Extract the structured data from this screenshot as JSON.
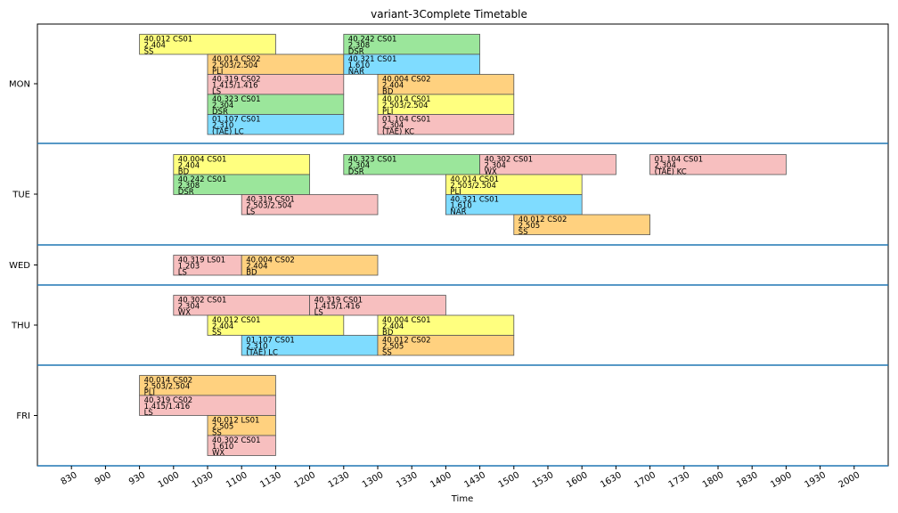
{
  "chart_data": {
    "type": "timetable",
    "title": "variant-3Complete Timetable",
    "xlabel": "Time",
    "ylabel": "",
    "days": [
      "MON",
      "TUE",
      "WED",
      "THU",
      "FRI"
    ],
    "x_ticks": [
      830,
      900,
      930,
      1000,
      1030,
      1100,
      1130,
      1200,
      1230,
      1300,
      1330,
      1400,
      1430,
      1500,
      1530,
      1600,
      1630,
      1700,
      1730,
      1800,
      1830,
      1900,
      1930,
      2000
    ],
    "xlim": [
      800,
      2030
    ],
    "colors": {
      "yellow": "#ffff7f",
      "orange": "#ffd17f",
      "pink": "#f7bfbf",
      "green": "#9be69b",
      "blue": "#7fdcff",
      "divider": "#1f77b4"
    },
    "sessions": [
      {
        "day": "MON",
        "row": 0,
        "start": 930,
        "end": 1130,
        "color": "yellow",
        "lines": [
          "40.012 CS01",
          "2.404",
          "SS"
        ]
      },
      {
        "day": "MON",
        "row": 1,
        "start": 1030,
        "end": 1230,
        "color": "orange",
        "lines": [
          "40.014 CS02",
          "2.503/2.504",
          "PLI"
        ]
      },
      {
        "day": "MON",
        "row": 2,
        "start": 1030,
        "end": 1230,
        "color": "pink",
        "lines": [
          "40.319 CS02",
          "1.415/1.416",
          "LS"
        ]
      },
      {
        "day": "MON",
        "row": 3,
        "start": 1030,
        "end": 1230,
        "color": "green",
        "lines": [
          "40.323 CS01",
          "2.304",
          "DSR"
        ]
      },
      {
        "day": "MON",
        "row": 4,
        "start": 1030,
        "end": 1230,
        "color": "blue",
        "lines": [
          "01.107 CS01",
          "2.310",
          "(TAE) LC"
        ]
      },
      {
        "day": "MON",
        "row": 0,
        "start": 1230,
        "end": 1430,
        "color": "green",
        "lines": [
          "40.242 CS01",
          "2.308",
          "DSR"
        ]
      },
      {
        "day": "MON",
        "row": 1,
        "start": 1230,
        "end": 1430,
        "color": "blue",
        "lines": [
          "40.321 CS01",
          "1.610",
          "NAR"
        ]
      },
      {
        "day": "MON",
        "row": 2,
        "start": 1300,
        "end": 1500,
        "color": "orange",
        "lines": [
          "40.004 CS02",
          "2.404",
          "BD"
        ]
      },
      {
        "day": "MON",
        "row": 3,
        "start": 1300,
        "end": 1500,
        "color": "yellow",
        "lines": [
          "40.014 CS01",
          "2.503/2.504",
          "PLI"
        ]
      },
      {
        "day": "MON",
        "row": 4,
        "start": 1300,
        "end": 1500,
        "color": "pink",
        "lines": [
          "01.104 CS01",
          "2.304",
          "(TAE) KC"
        ]
      },
      {
        "day": "TUE",
        "row": 0,
        "start": 1000,
        "end": 1200,
        "color": "yellow",
        "lines": [
          "40.004 CS01",
          "2.404",
          "BD"
        ]
      },
      {
        "day": "TUE",
        "row": 1,
        "start": 1000,
        "end": 1200,
        "color": "green",
        "lines": [
          "40.242 CS01",
          "2.308",
          "DSR"
        ]
      },
      {
        "day": "TUE",
        "row": 2,
        "start": 1100,
        "end": 1300,
        "color": "pink",
        "lines": [
          "40.319 CS01",
          "2.503/2.504",
          "LS"
        ]
      },
      {
        "day": "TUE",
        "row": 0,
        "start": 1230,
        "end": 1430,
        "color": "green",
        "lines": [
          "40.323 CS01",
          "2.304",
          "DSR"
        ]
      },
      {
        "day": "TUE",
        "row": 0,
        "start": 1430,
        "end": 1630,
        "color": "pink",
        "lines": [
          "40.302 CS01",
          "2.304",
          "WX"
        ]
      },
      {
        "day": "TUE",
        "row": 1,
        "start": 1400,
        "end": 1600,
        "color": "yellow",
        "lines": [
          "40.014 CS01",
          "2.503/2.504",
          "PLI"
        ]
      },
      {
        "day": "TUE",
        "row": 2,
        "start": 1400,
        "end": 1600,
        "color": "blue",
        "lines": [
          "40.321 CS01",
          "1.610",
          "NAR"
        ]
      },
      {
        "day": "TUE",
        "row": 3,
        "start": 1500,
        "end": 1700,
        "color": "orange",
        "lines": [
          "40.012 CS02",
          "2.505",
          "SS"
        ]
      },
      {
        "day": "TUE",
        "row": 0,
        "start": 1700,
        "end": 1900,
        "color": "pink",
        "lines": [
          "01.104 CS01",
          "2.304",
          "(TAE) KC"
        ]
      },
      {
        "day": "WED",
        "row": 0,
        "start": 1000,
        "end": 1100,
        "color": "pink",
        "lines": [
          "40.319 LS01",
          "1.203",
          "LS"
        ]
      },
      {
        "day": "WED",
        "row": 0,
        "start": 1100,
        "end": 1300,
        "color": "orange",
        "lines": [
          "40.004 CS02",
          "2.404",
          "BD"
        ]
      },
      {
        "day": "THU",
        "row": 0,
        "start": 1000,
        "end": 1200,
        "color": "pink",
        "lines": [
          "40.302 CS01",
          "2.304",
          "WX"
        ]
      },
      {
        "day": "THU",
        "row": 0,
        "start": 1200,
        "end": 1400,
        "color": "pink",
        "lines": [
          "40.319 CS01",
          "1.415/1.416",
          "LS"
        ]
      },
      {
        "day": "THU",
        "row": 1,
        "start": 1030,
        "end": 1230,
        "color": "yellow",
        "lines": [
          "40.012 CS01",
          "2.404",
          "SS"
        ]
      },
      {
        "day": "THU",
        "row": 1,
        "start": 1300,
        "end": 1500,
        "color": "yellow",
        "lines": [
          "40.004 CS01",
          "2.404",
          "BD"
        ]
      },
      {
        "day": "THU",
        "row": 2,
        "start": 1100,
        "end": 1300,
        "color": "blue",
        "lines": [
          "01.107 CS01",
          "2.310",
          "(TAE) LC"
        ]
      },
      {
        "day": "THU",
        "row": 2,
        "start": 1300,
        "end": 1500,
        "color": "orange",
        "lines": [
          "40.012 CS02",
          "2.505",
          "SS"
        ]
      },
      {
        "day": "FRI",
        "row": 0,
        "start": 930,
        "end": 1130,
        "color": "orange",
        "lines": [
          "40.014 CS02",
          "2.503/2.504",
          "PLI"
        ]
      },
      {
        "day": "FRI",
        "row": 1,
        "start": 930,
        "end": 1130,
        "color": "pink",
        "lines": [
          "40.319 CS02",
          "1.415/1.416",
          "LS"
        ]
      },
      {
        "day": "FRI",
        "row": 2,
        "start": 1030,
        "end": 1130,
        "color": "orange",
        "lines": [
          "40.012 LS01",
          "2.505",
          "SS"
        ]
      },
      {
        "day": "FRI",
        "row": 3,
        "start": 1030,
        "end": 1130,
        "color": "pink",
        "lines": [
          "40.302 CS01",
          "1.610",
          "WX"
        ]
      }
    ]
  }
}
